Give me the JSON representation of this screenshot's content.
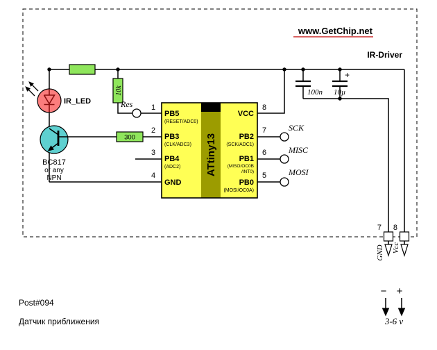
{
  "header": {
    "website": "www.GetChip.net",
    "title": "IR-Driver"
  },
  "footer": {
    "post": "Post#094",
    "caption": "Датчик приближения"
  },
  "chip": {
    "name": "ATtiny13",
    "left_pins": [
      {
        "num": "1",
        "name": "PB5",
        "sub": "(RESET/ADC0)"
      },
      {
        "num": "2",
        "name": "PB3",
        "sub": "(CLK/ADC3)"
      },
      {
        "num": "3",
        "name": "PB4",
        "sub": "(ADC2)"
      },
      {
        "num": "4",
        "name": "GND",
        "sub": ""
      }
    ],
    "right_pins": [
      {
        "num": "8",
        "name": "VCC",
        "sub": "",
        "sub2": ""
      },
      {
        "num": "7",
        "name": "PB2",
        "sub": "(SCK/ADC1)",
        "sub2": ""
      },
      {
        "num": "6",
        "name": "PB1",
        "sub": "(MISO/OC0B",
        "sub2": "/INT0)"
      },
      {
        "num": "5",
        "name": "PB0",
        "sub": "(MOSI/OC0A)",
        "sub2": ""
      }
    ]
  },
  "components": {
    "led_label": "IR_LED",
    "transistor_label": "BC817",
    "transistor_note1": "or any",
    "transistor_note2": "NPN",
    "r_pullup": "10k",
    "r_base": "300",
    "cap_small": "100n",
    "cap_big": "10µ",
    "cap_big_polarity": "+"
  },
  "signals": {
    "reset": "Res",
    "sck": "SCK",
    "misc": "MISC",
    "mosi": "MOSI"
  },
  "power": {
    "terminal_gnd_num": "7",
    "terminal_vcc_num": "8",
    "gnd_label": "GND",
    "vcc_label": "Vcc",
    "minus": "−",
    "plus": "+",
    "voltage": "3-6 v"
  },
  "colors": {
    "brand_red": "#c00000",
    "chip_body": "#ffff55",
    "chip_stripe": "#9c9c00",
    "resistor_green": "#8fe65c",
    "transistor_fill": "#5ed0d0",
    "led_fill": "#fb7d7d"
  }
}
